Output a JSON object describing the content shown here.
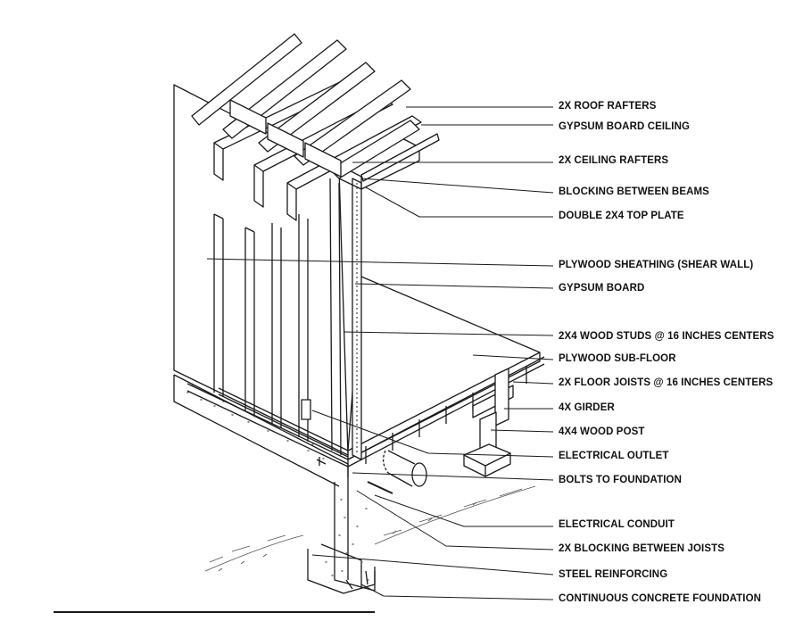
{
  "diagram": {
    "colors": {
      "ink": "#1a1a1a",
      "light_ink": "#555555",
      "paper": "#ffffff",
      "shade": "#d9d9d9"
    },
    "labels": [
      {
        "id": "roof-rafters",
        "text": "2X  ROOF RAFTERS"
      },
      {
        "id": "gypsum-ceiling",
        "text": "GYPSUM BOARD CEILING"
      },
      {
        "id": "ceiling-rafters",
        "text": "2X  CEILING RAFTERS"
      },
      {
        "id": "blocking-beams",
        "text": "BLOCKING BETWEEN BEAMS"
      },
      {
        "id": "top-plate",
        "text": "DOUBLE 2X4 TOP PLATE"
      },
      {
        "id": "plywood-sheathing",
        "text": "PLYWOOD SHEATHING (SHEAR WALL)"
      },
      {
        "id": "gypsum-board",
        "text": "GYPSUM BOARD"
      },
      {
        "id": "wood-studs",
        "text": "2X4 WOOD STUDS @ 16 INCHES CENTERS"
      },
      {
        "id": "sub-floor",
        "text": "PLYWOOD SUB-FLOOR"
      },
      {
        "id": "floor-joists",
        "text": "2X  FLOOR JOISTS @ 16 INCHES CENTERS"
      },
      {
        "id": "girder",
        "text": "4X  GIRDER"
      },
      {
        "id": "wood-post",
        "text": "4X4 WOOD POST"
      },
      {
        "id": "electrical-outlet",
        "text": "ELECTRICAL OUTLET"
      },
      {
        "id": "bolts",
        "text": "BOLTS TO FOUNDATION"
      },
      {
        "id": "conduit",
        "text": "ELECTRICAL CONDUIT"
      },
      {
        "id": "blocking-joists",
        "text": "2X  BLOCKING BETWEEN JOISTS"
      },
      {
        "id": "steel-reinforcing",
        "text": "STEEL REINFORCING"
      },
      {
        "id": "foundation",
        "text": "CONTINUOUS CONCRETE FOUNDATION"
      }
    ]
  }
}
